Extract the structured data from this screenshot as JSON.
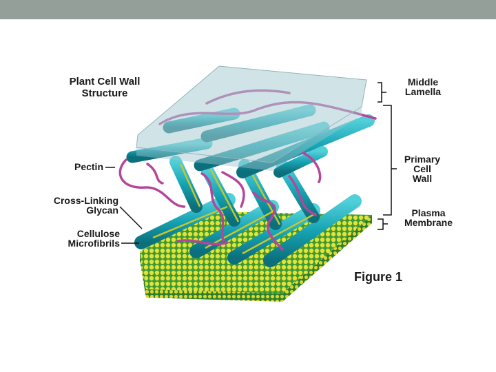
{
  "diagram": {
    "title_line1": "Plant Cell Wall",
    "title_line2": "Structure",
    "labels": {
      "middle_lamella_1": "Middle",
      "middle_lamella_2": "Lamella",
      "primary_wall_1": "Primary",
      "primary_wall_2": "Cell",
      "primary_wall_3": "Wall",
      "plasma_membrane_1": "Plasma",
      "plasma_membrane_2": "Membrane",
      "pectin": "Pectin",
      "glycan_1": "Cross-Linking",
      "glycan_2": "Glycan",
      "cellulose_1": "Cellulose",
      "cellulose_2": "Microfibrils"
    },
    "figure_label": "Figure 1"
  },
  "colors": {
    "header_bar": "#959f99",
    "cellulose": "#16a3b3",
    "pectin": "#b5459a",
    "glycan": "#c8c72a",
    "membrane_head": "#e2e23a",
    "membrane_tail": "#3f9a34",
    "lamella": "#a9cdd4"
  }
}
